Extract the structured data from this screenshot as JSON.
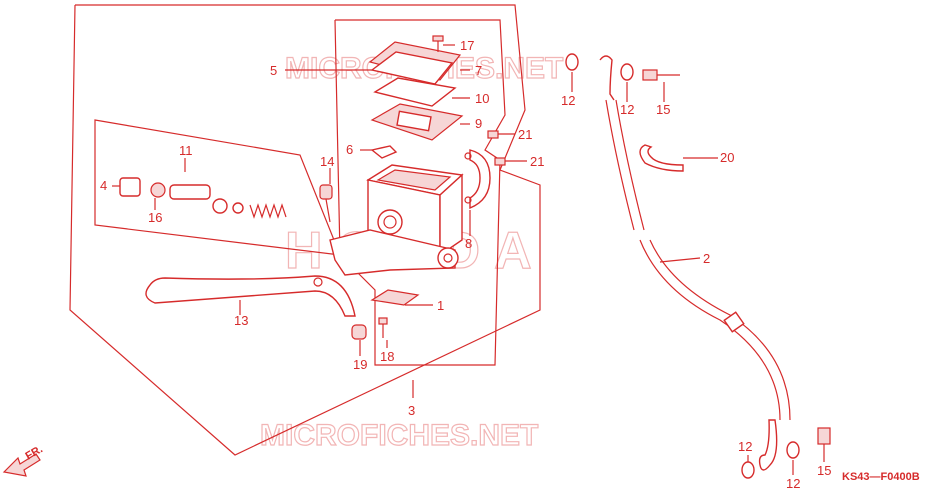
{
  "diagram": {
    "code": "KS43—F0400B",
    "watermark_top": "MICROFICHES.NET",
    "watermark_bottom": "MICROFICHES.NET",
    "watermark_center": "HONDA",
    "direction_label": "FR.",
    "callouts": [
      "1",
      "2",
      "3",
      "4",
      "5",
      "6",
      "7",
      "8",
      "9",
      "10",
      "11",
      "12",
      "13",
      "14",
      "15",
      "16",
      "17",
      "18",
      "19",
      "20",
      "21"
    ],
    "accent_color": "#d62b2b"
  }
}
